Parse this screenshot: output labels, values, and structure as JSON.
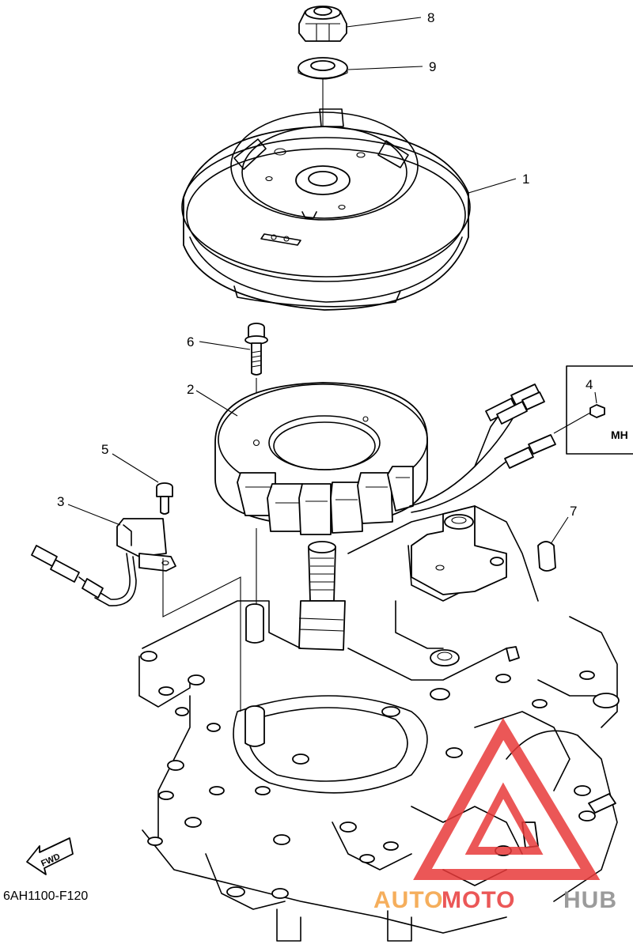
{
  "callouts": [
    {
      "id": "c1",
      "label": "1"
    },
    {
      "id": "c2",
      "label": "2"
    },
    {
      "id": "c3",
      "label": "3"
    },
    {
      "id": "c4",
      "label": "4"
    },
    {
      "id": "c5",
      "label": "5"
    },
    {
      "id": "c6",
      "label": "6"
    },
    {
      "id": "c7",
      "label": "7"
    },
    {
      "id": "c8",
      "label": "8"
    },
    {
      "id": "c9",
      "label": "9"
    }
  ],
  "mh_label": "MH",
  "fwd_label": "FWD",
  "diagram_code": "6AH1100-F120",
  "watermark": {
    "part1": "AUTO",
    "part2": "MOTO",
    "part3": "HUB",
    "color_orange": "#f4a040",
    "color_red": "#e83a3a",
    "color_gray": "#8a8a8a"
  }
}
